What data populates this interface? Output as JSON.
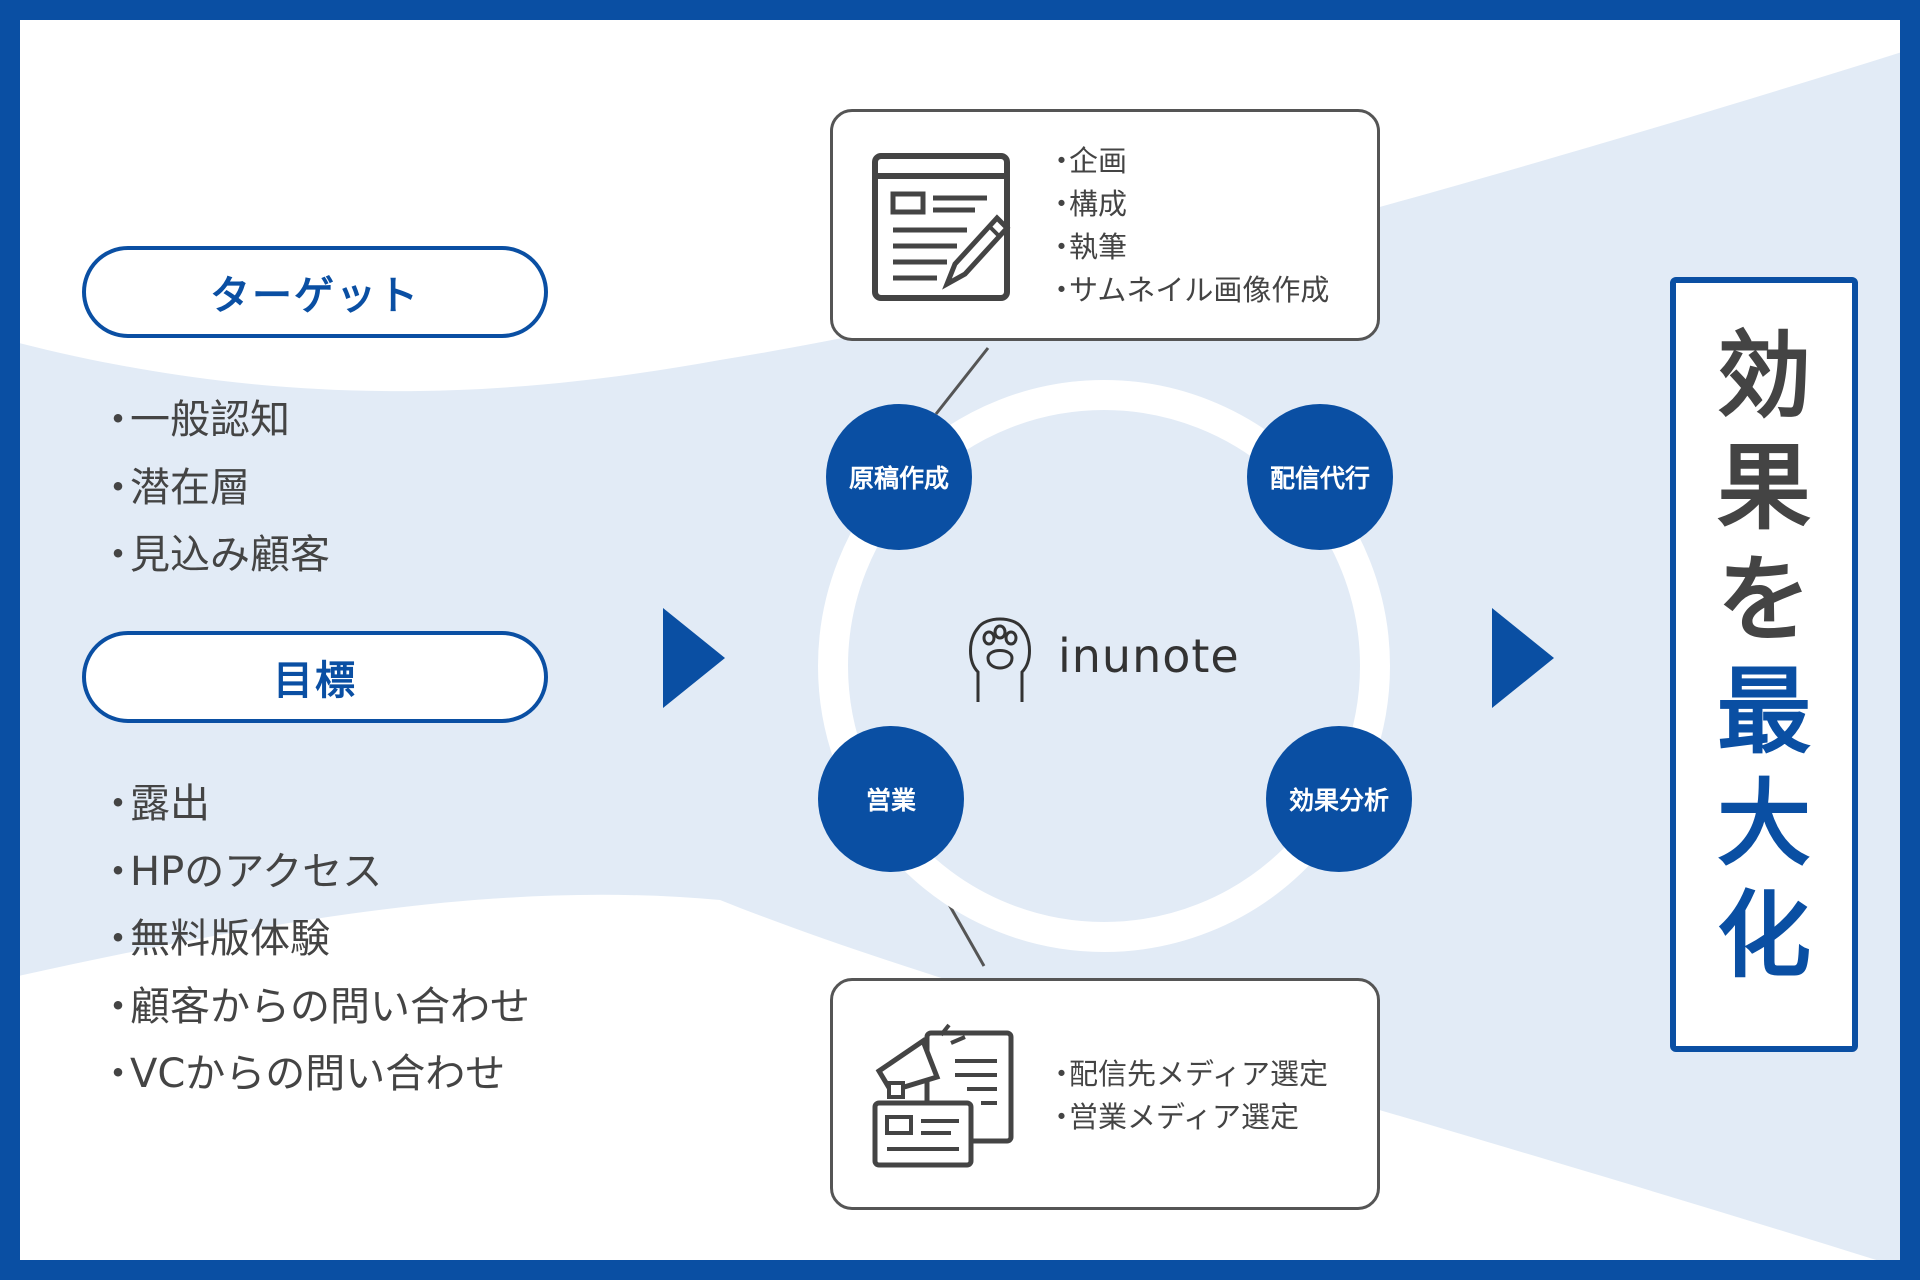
{
  "target": {
    "title": "ターゲット",
    "items": [
      "一般認知",
      "潜在層",
      "見込み顧客"
    ]
  },
  "goal": {
    "title": "目標",
    "items": [
      "露出",
      "HPのアクセス",
      "無料版体験",
      "顧客からの問い合わせ",
      "VCからの問い合わせ"
    ]
  },
  "bullet": "・",
  "cycle": {
    "steps": [
      "原稿作成",
      "配信代行",
      "営業",
      "効果分析"
    ],
    "logo_text": "inunote"
  },
  "content_box": {
    "icon": "document-pencil-icon",
    "items": [
      "企画",
      "構成",
      "執筆",
      "サムネイル画像作成"
    ]
  },
  "media_box": {
    "icon": "megaphone-document-icon",
    "items": [
      "配信先メディア選定",
      "営業メディア選定"
    ]
  },
  "result": {
    "chars_gray": [
      "効",
      "果",
      "を"
    ],
    "chars_blue": [
      "最",
      "大",
      "化"
    ]
  },
  "colors": {
    "brand_blue": "#0a4fa3",
    "light_band": "#e2ebf6",
    "text_gray": "#444444"
  }
}
